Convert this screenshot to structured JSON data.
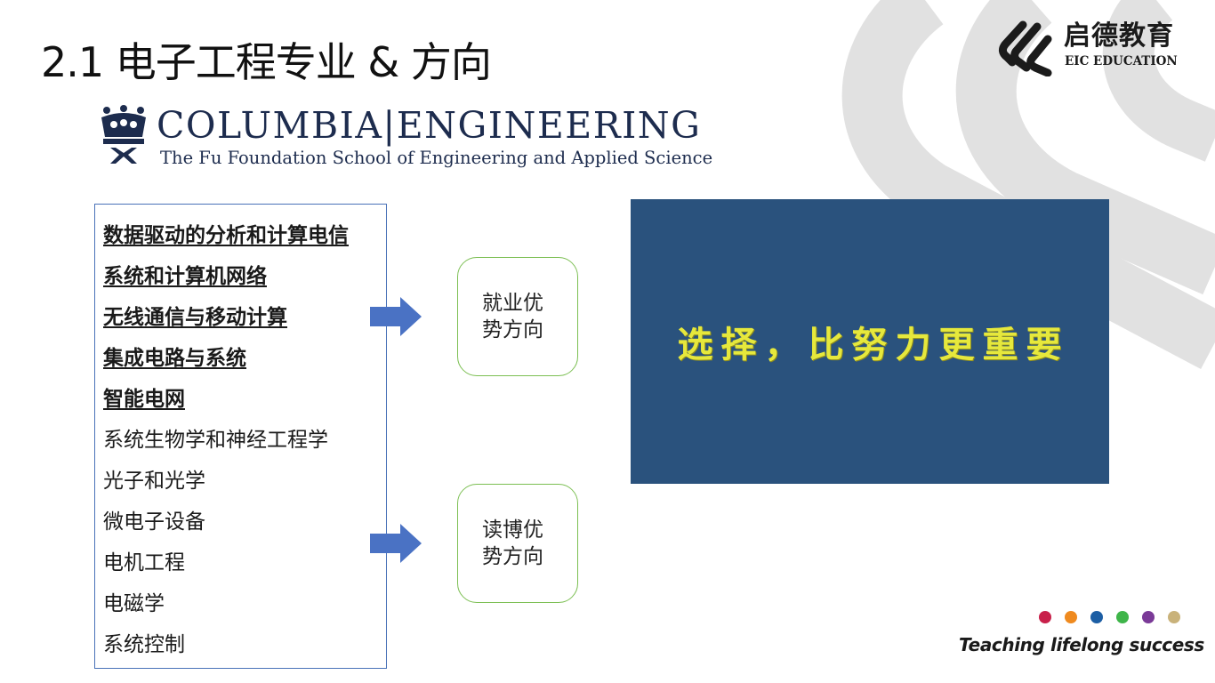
{
  "slide": {
    "title": "2.1 电子工程专业 & 方向"
  },
  "brand": {
    "name_cn": "启德教育",
    "name_en": "EIC EDUCATION",
    "tagline": "Teaching lifelong success",
    "dot_colors": [
      "#c8204a",
      "#ef8a1f",
      "#1c5ea4",
      "#3fb54a",
      "#7a3a97",
      "#c9b27a"
    ]
  },
  "columbia_logo": {
    "title": "COLUMBIA|ENGINEERING",
    "subtitle": "The Fu Foundation School of Engineering and Applied Science"
  },
  "majors": {
    "highlighted": [
      "数据驱动的分析和计算电信",
      "系统和计算机网络",
      "无线通信与移动计算",
      "集成电路与系统",
      "智能电网"
    ],
    "others": [
      "系统生物学和神经工程学",
      "光子和光学",
      "微电子设备",
      "电机工程",
      "电磁学",
      "系统控制"
    ]
  },
  "advantages": {
    "employment": "就业优势方向",
    "phd": "读博优势方向"
  },
  "video": {
    "caption": "选择，比努力更重要"
  },
  "colors": {
    "list_border": "#4a72b8",
    "arrow": "#4a72c4",
    "advantage_border": "#7cbf53",
    "video_bg": "#2a527d",
    "video_text": "#e6e83c",
    "stripe_gray": "#e1e1e1"
  },
  "icons": {
    "brand": "eic-logo-icon",
    "crest": "columbia-crown-icon",
    "arrow": "right-arrow-icon"
  }
}
